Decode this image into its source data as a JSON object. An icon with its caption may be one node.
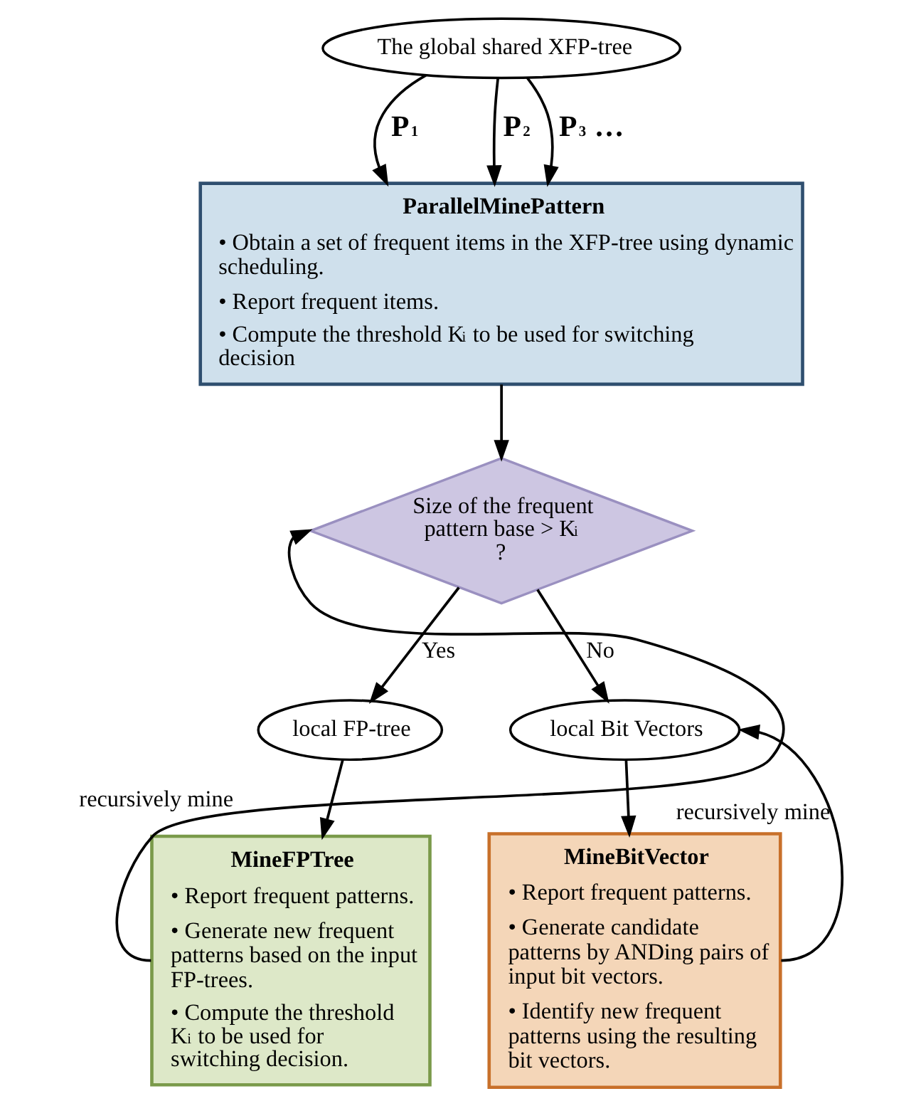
{
  "diagram": {
    "nodes": [
      {
        "text": [
          "The global shared XFP-tree"
        ]
      },
      {
        "text": [
          "ParallelMinePattern",
          "• Obtain a set of frequent items in the XFP-tree using dynamic scheduling.",
          "• Report frequent items.",
          "• Compute the threshold K$_{i}$ to be used for switching decision"
        ]
      },
      {
        "text": [
          "Size of the frequent pattern base > K$_{i}$ ?"
        ]
      },
      {
        "text": [
          "local FP-tree"
        ]
      },
      {
        "text": [
          "local Bit Vectors"
        ]
      },
      {
        "text": [
          "MineFPTree",
          "• Report frequent patterns.",
          "• Generate new frequent patterns based on the input FP-trees.",
          "• Compute the threshold K$_{i}$ to be used for switching decision."
        ]
      },
      {
        "text": [
          "MineBitVector",
          "• Report frequent patterns.",
          "• Generate candidate patterns by ANDing pairs of input bit vectors.",
          "• Identify new frequent patterns using the resulting bit vectors."
        ]
      }
    ],
    "edges": [
      {
        "from": 0,
        "to": 1,
        "arrow": "to",
        "label": "P$_{1}$"
      },
      {
        "from": 0,
        "to": 1,
        "arrow": "to",
        "label": "P$_{2}$"
      },
      {
        "from": 0,
        "to": 1,
        "arrow": "to",
        "label": "P$_{3}$ …"
      },
      {
        "from": 1,
        "to": 2,
        "arrow": "to"
      },
      {
        "from": 2,
        "to": 3,
        "arrow": "to",
        "label": "Yes"
      },
      {
        "from": 2,
        "to": 4,
        "arrow": "to",
        "label": "No"
      },
      {
        "from": 3,
        "to": 5,
        "arrow": "to"
      },
      {
        "from": 4,
        "to": 6,
        "arrow": "to"
      },
      {
        "from": 5,
        "to": 2,
        "arrow": "to",
        "label": "recursively mine"
      },
      {
        "from": 6,
        "to": 4,
        "arrow": "to",
        "label": "recursively mine"
      }
    ]
  }
}
